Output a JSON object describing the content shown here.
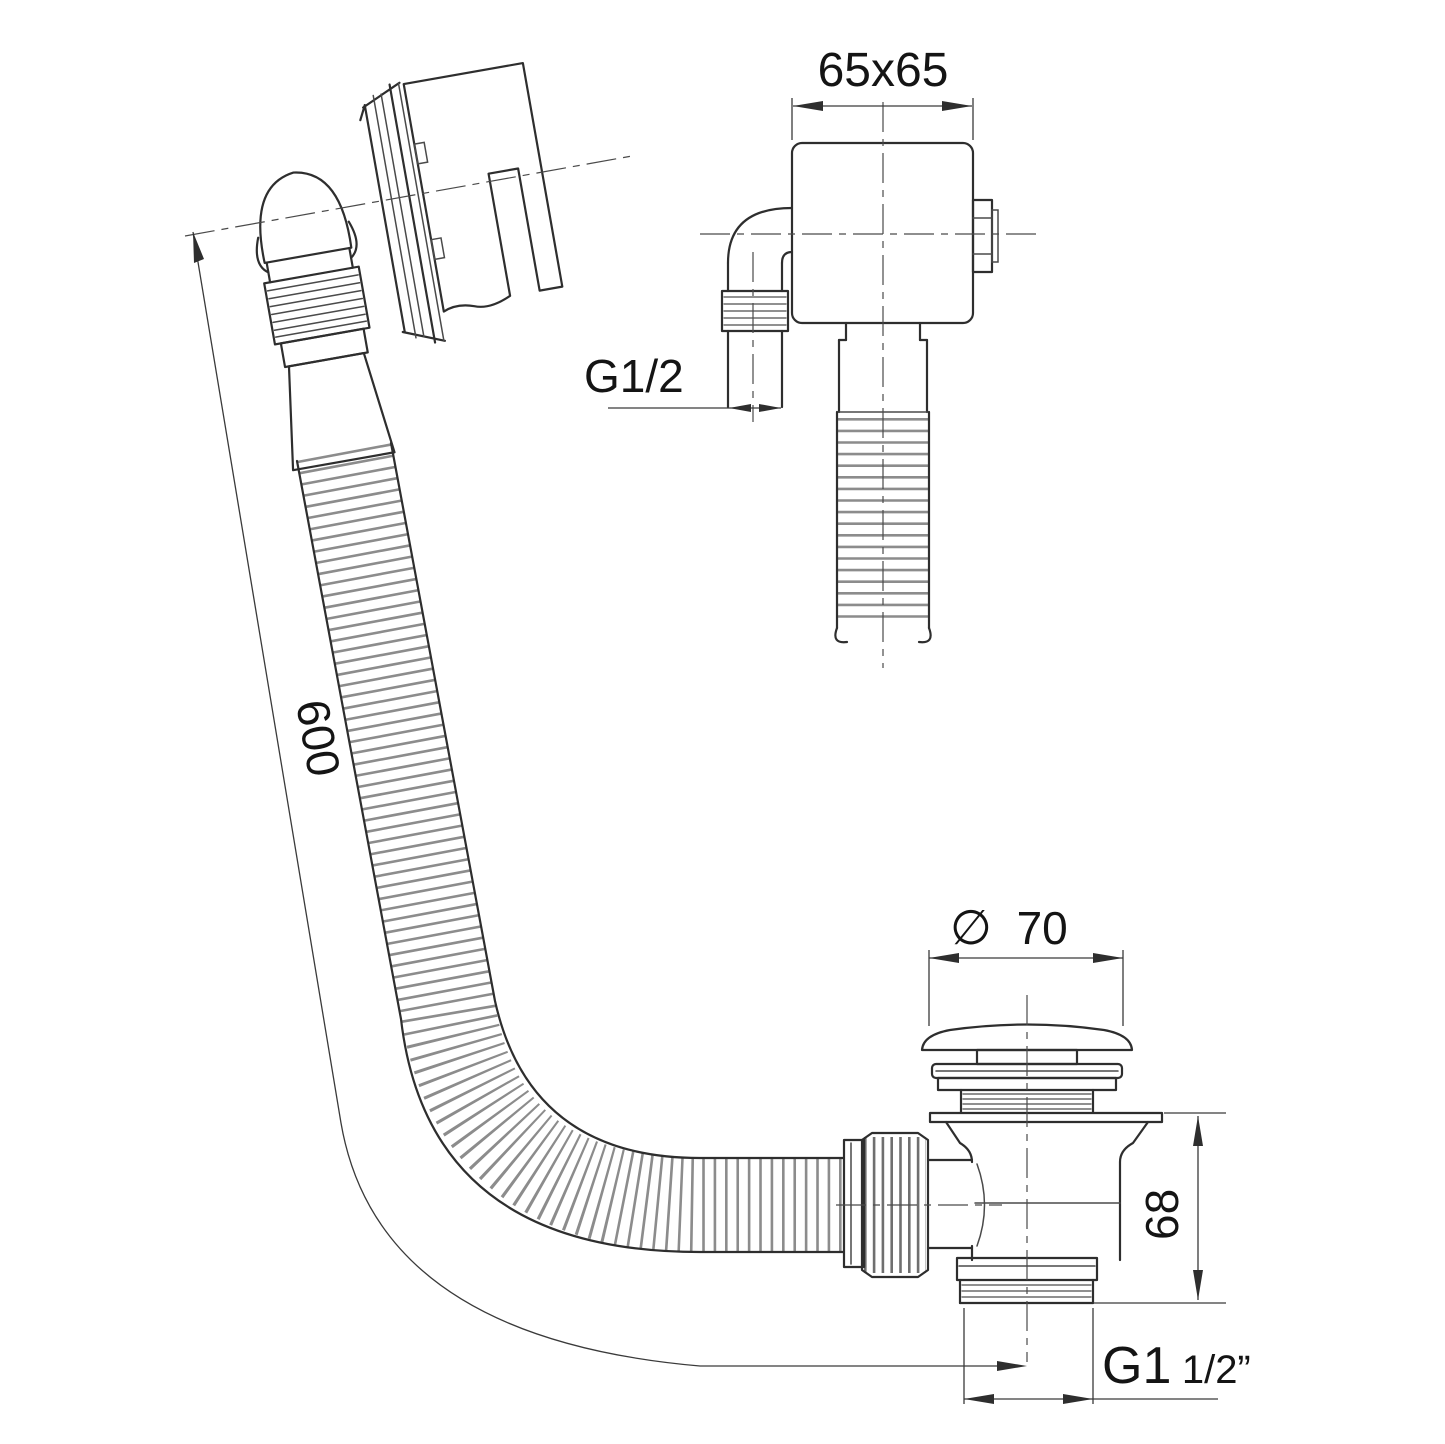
{
  "style": {
    "background": "#ffffff",
    "line_color": "#2e2e2e",
    "thin_line_color": "#6b6b6b",
    "centerline_color": "#4a4a4a",
    "text_color": "#141414"
  },
  "dimensions": {
    "hose_length": "600",
    "overflow_face_size": "65x65",
    "overflow_thread": "G1/2",
    "waste_cap_diameter_symbol": "∅",
    "waste_cap_diameter": "70",
    "waste_body_height": "68",
    "waste_outlet_thread_main": "G1",
    "waste_outlet_thread_fraction": "1/2”"
  }
}
